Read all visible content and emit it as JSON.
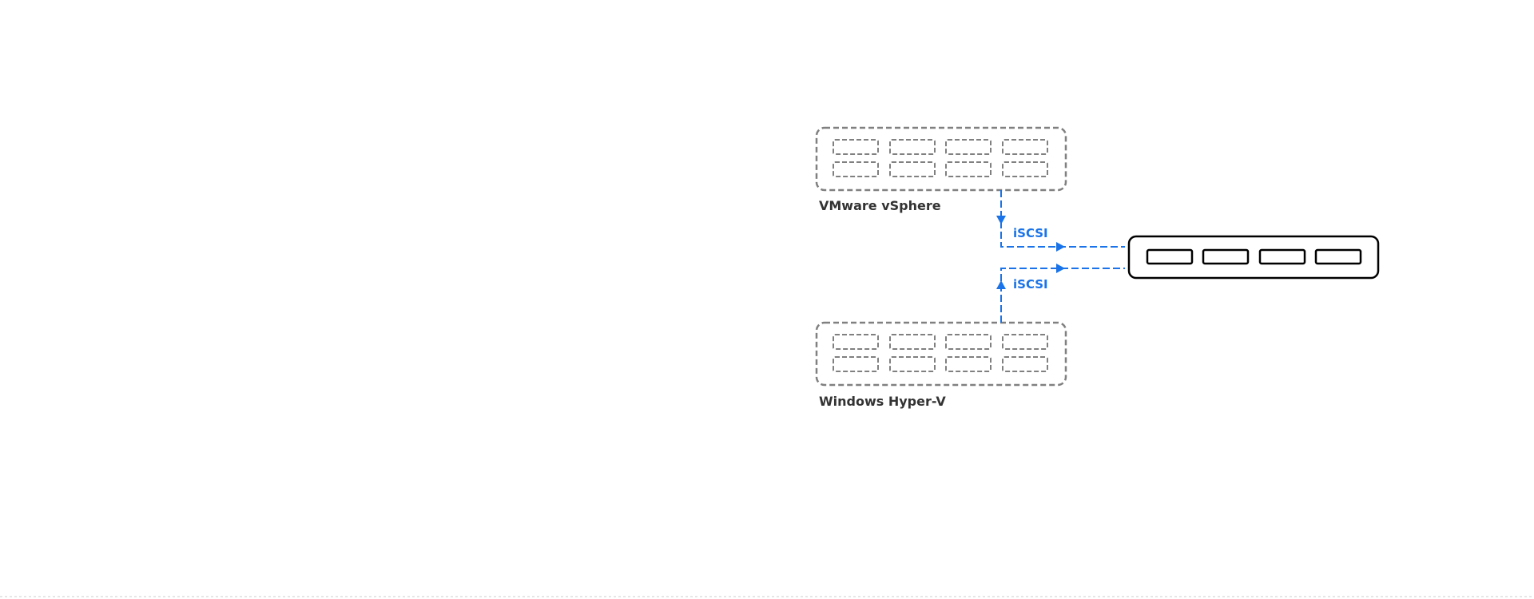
{
  "nodes": {
    "vsphere": {
      "label": "VMware vSphere"
    },
    "hyperv": {
      "label": "Windows Hyper-V"
    },
    "storage": {
      "label": ""
    }
  },
  "links": [
    {
      "from": "vsphere",
      "to": "storage",
      "label": "iSCSI"
    },
    {
      "from": "hyperv",
      "to": "storage",
      "label": "iSCSI"
    }
  ],
  "colors": {
    "link": "#1a73e8",
    "host_border": "#808080",
    "storage_border": "#000000"
  }
}
